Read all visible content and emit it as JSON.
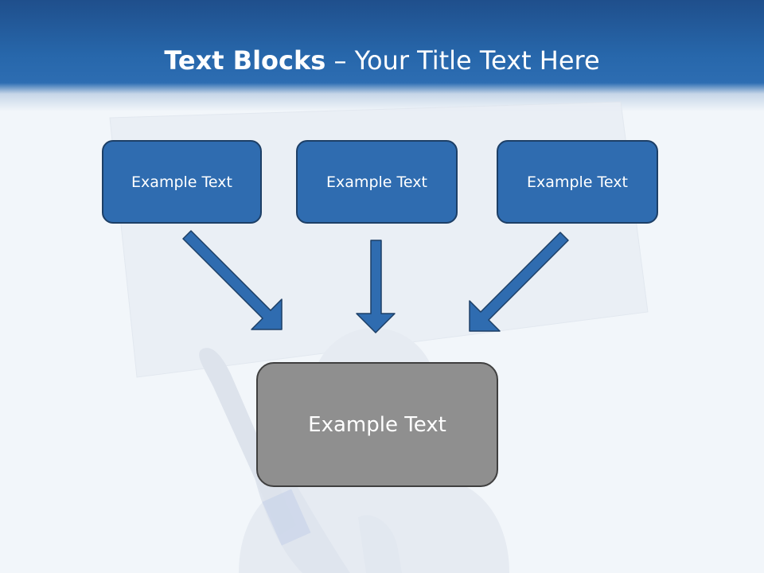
{
  "slide": {
    "title_bold": "Text Blocks",
    "title_rest": " – Your Title Text Here"
  },
  "blocks": {
    "top": [
      {
        "label": "Example Text"
      },
      {
        "label": "Example Text"
      },
      {
        "label": "Example Text"
      }
    ],
    "center": {
      "label": "Example Text"
    }
  },
  "colors": {
    "header_blue": "#2767ab",
    "box_blue": "#2f6cb0",
    "box_border": "#1d3f66",
    "center_gray": "#8f8f8f",
    "arrow_blue": "#2f6cb0"
  },
  "icons": {
    "arrow": "arrow-down-icon",
    "illustration": "figure-holding-pen-and-board"
  }
}
